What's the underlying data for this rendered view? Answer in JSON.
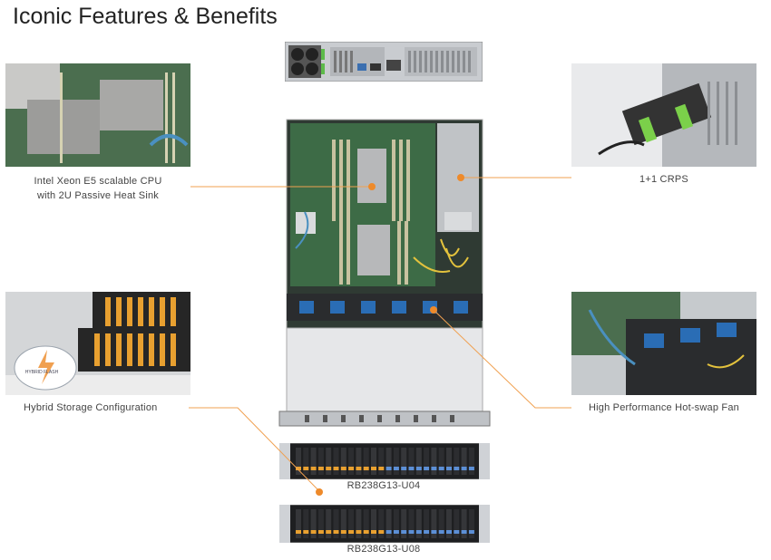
{
  "title": "Iconic Features & Benefits",
  "features": {
    "cpu": "Intel Xeon E5 scalable CPU with 2U Passive Heat Sink",
    "cpu_line1": "Intel Xeon E5 scalable CPU",
    "cpu_line2": "with 2U Passive Heat Sink",
    "psu": "1+1 CRPS",
    "storage": "Hybrid Storage Configuration",
    "fan": "High Performance Hot-swap Fan"
  },
  "storage_badge": "HYBRID FLASH",
  "models": [
    "RB238G13-U04",
    "RB238G13-U08"
  ],
  "colors": {
    "accent": "#f0a050",
    "dot": "#ee8a2a",
    "chassis": "#cfd2d6",
    "board": "#3d6b46"
  }
}
